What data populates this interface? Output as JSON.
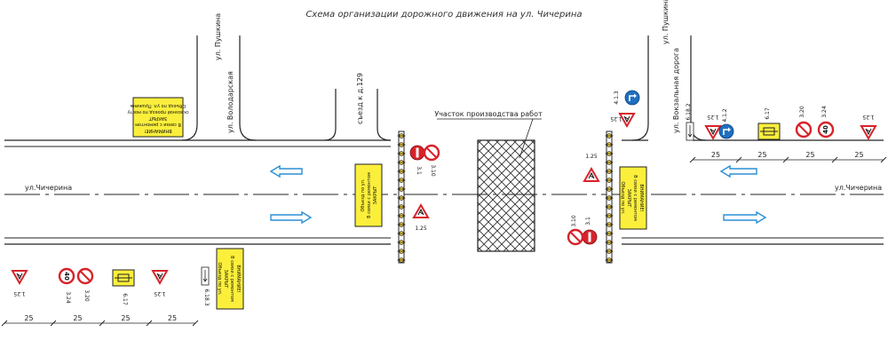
{
  "title": "Схема организации дорожного движения на ул. Чичерина",
  "streets": {
    "main_left": "ул.Чичерина",
    "main_right": "ул.Чичерина",
    "pushkina": "ул. Пушкина",
    "volodarskaya": "ул. Володарская",
    "side_exit": "съезд к д.129",
    "vokzalnaya": "ул. Вокзальная дорога"
  },
  "work_zone_label": "Участок производства работ",
  "sign_codes": {
    "roadworks": "1.25",
    "no_entry": "3.1",
    "no_pedestrians": "3.10",
    "no_trucks": "3.20",
    "speed_limit": "3.24",
    "speed_value": "40",
    "detour": "4.1.3",
    "right_turn": "4.1.2",
    "scheme": "6.17",
    "detour_left": "6.18.2",
    "detour_right": "6.18.3"
  },
  "info_plates": {
    "top_left": [
      "ВНИМАНИЕ!",
      "В связи с ремонтом",
      "ЗАКРЫТ",
      "сквозной проезд по мосту",
      "Объезд по ул. Пушкина"
    ],
    "center_upper": [
      "Объезд по ул.",
      "В связи с ремонтом",
      "ЗАКРЫТ"
    ],
    "center_lower": [
      "ВНИМАНИЕ!",
      "В связи с ремонтом",
      "ЗАКРЫТ",
      "Объезд по ул."
    ],
    "bottom": [
      "ВНИМАНИЕ!",
      "В связи с ремонтом",
      "ЗАКРЫТ",
      "Объезд по ул."
    ]
  },
  "dimensions": {
    "spacing_value": "25"
  }
}
